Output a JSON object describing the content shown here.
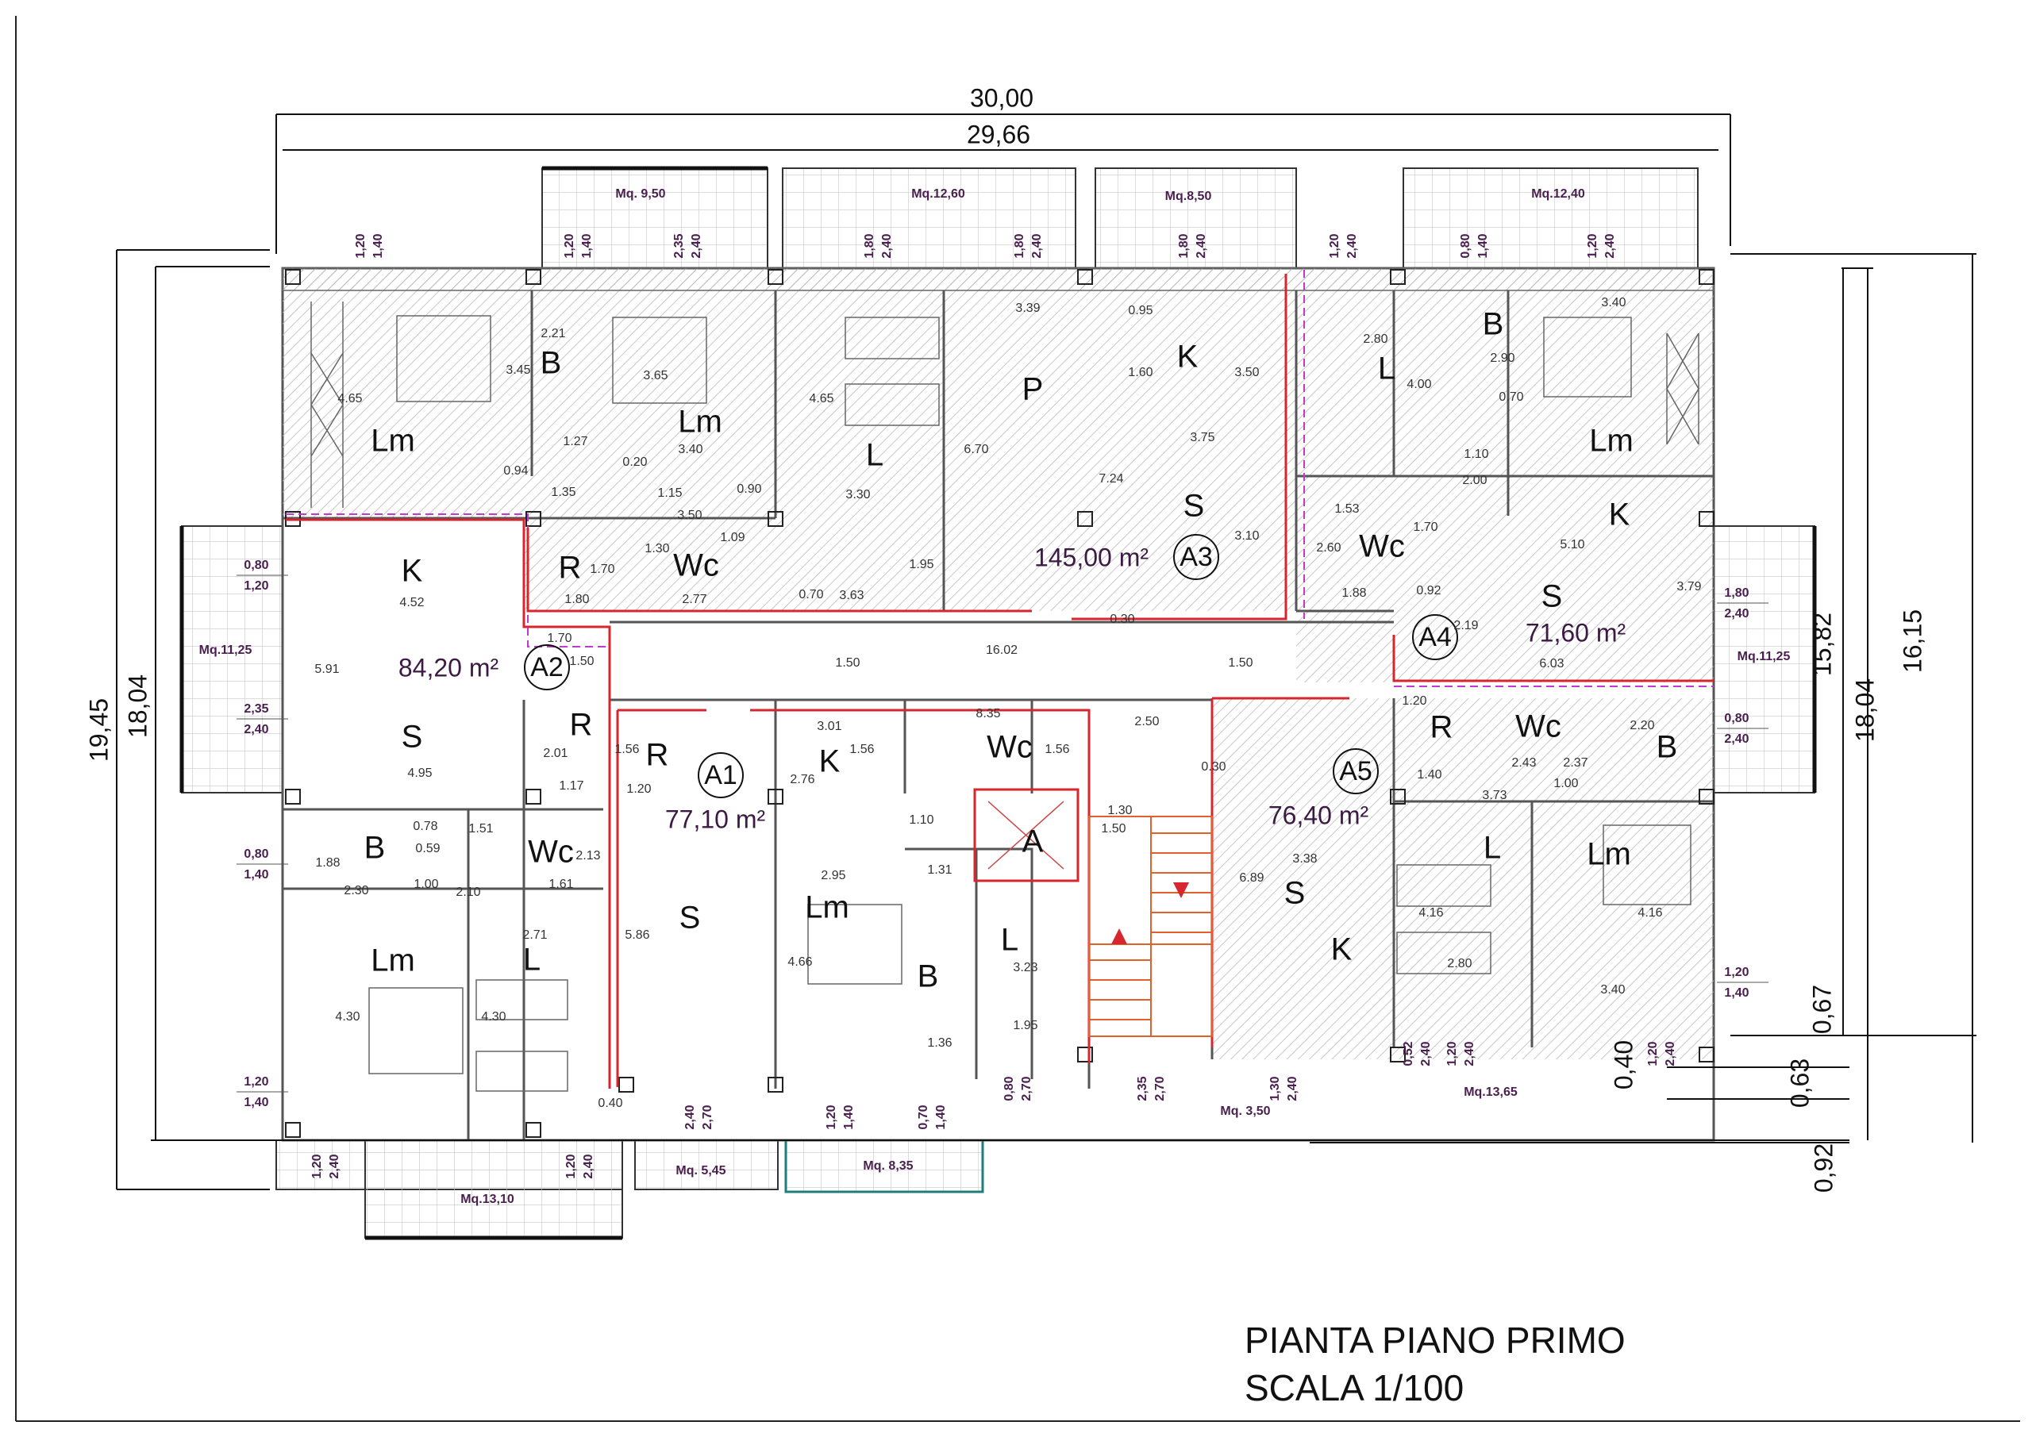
{
  "title": {
    "line1": "PIANTA PIANO PRIMO",
    "line2": "SCALA 1/100"
  },
  "overall_dims": {
    "width_outer": "30,00",
    "width_inner": "29,66",
    "left_outer": "19,45",
    "left_inner": "18,04",
    "right_outer": "16,15",
    "right_mid": "18,04",
    "right_inner": "15,82",
    "right_a": "0,67",
    "right_b": "0,63",
    "right_c": "0,92",
    "right_d": "0,40"
  },
  "apartments": [
    {
      "id": "A1",
      "area": "77,10 m²"
    },
    {
      "id": "A2",
      "area": "84,20 m²"
    },
    {
      "id": "A3",
      "area": "145,00 m²"
    },
    {
      "id": "A4",
      "area": "71,60 m²"
    },
    {
      "id": "A5",
      "area": "76,40 m²"
    }
  ],
  "balconies": [
    "Mq. 9,50",
    "Mq.12,60",
    "Mq.8,50",
    "Mq.12,40",
    "Mq.11,25",
    "Mq.11,25",
    "Mq.13,10",
    "Mq. 5,45",
    "Mq. 8,35",
    "Mq. 3,50",
    "Mq.13,65"
  ],
  "rooms": [
    "Lm",
    "B",
    "Lm",
    "L",
    "P",
    "K",
    "S",
    "L",
    "B",
    "Lm",
    "Wc",
    "K",
    "S",
    "K",
    "R",
    "Wc",
    "S",
    "R",
    "R",
    "K",
    "Wc",
    "A",
    "S",
    "Lm",
    "L",
    "B",
    "B",
    "Wc",
    "Lm",
    "L",
    "R",
    "Wc",
    "B",
    "L",
    "Lm",
    "S",
    "K"
  ],
  "room_dims": [
    "4.65",
    "2.21",
    "3.45",
    "3.65",
    "4.65",
    "1.27",
    "3.40",
    "0.20",
    "0.94",
    "1.35",
    "1.15",
    "0.90",
    "3.50",
    "3.30",
    "1.09",
    "1.30",
    "1.70",
    "1.80",
    "2.77",
    "0.70",
    "3.63",
    "1.95",
    "4.52",
    "3.39",
    "6.70",
    "0.95",
    "1.60",
    "3.50",
    "3.75",
    "7.24",
    "3.10",
    "0.30",
    "16.02",
    "1.50",
    "1.50",
    "2.80",
    "4.00",
    "2.90",
    "0.70",
    "3.40",
    "1.10",
    "2.00",
    "1.53",
    "2.60",
    "1.70",
    "5.10",
    "3.79",
    "1.88",
    "0.92",
    "2.19",
    "6.03",
    "1.70",
    "1.50",
    "5.91",
    "4.95",
    "2.01",
    "1.17",
    "1.56",
    "1.20",
    "2.76",
    "3.01",
    "1.56",
    "8.35",
    "1.56",
    "1.10",
    "2.50",
    "1.30",
    "1.50",
    "0.30",
    "1.31",
    "2.95",
    "4.66",
    "5.86",
    "3.23",
    "1.95",
    "1.36",
    "0.78",
    "0.59",
    "1.51",
    "2.13",
    "1.88",
    "1.00",
    "2.10",
    "2.30",
    "1.61",
    "2.71",
    "4.30",
    "4.30",
    "0.40",
    "3.38",
    "6.89",
    "1.40",
    "3.73",
    "1.00",
    "2.43",
    "2.37",
    "2.20",
    "1.20",
    "4.16",
    "4.16",
    "2.80",
    "3.40"
  ],
  "window_dims": [
    [
      "1,20",
      "1,40"
    ],
    [
      "1,20",
      "1,40"
    ],
    [
      "2,35",
      "2,40"
    ],
    [
      "1,80",
      "2,40"
    ],
    [
      "1,80",
      "2,40"
    ],
    [
      "1,80",
      "2,40"
    ],
    [
      "1,20",
      "2,40"
    ],
    [
      "0,80",
      "1,40"
    ],
    [
      "1,20",
      "2,40"
    ],
    [
      "0,80",
      "1,20"
    ],
    [
      "2,35",
      "2,40"
    ],
    [
      "0,80",
      "1,40"
    ],
    [
      "1,20",
      "1,40"
    ],
    [
      "1,80",
      "2,40"
    ],
    [
      "0,80",
      "2,40"
    ],
    [
      "1,20",
      "1,40"
    ],
    [
      "1,20",
      "2,40"
    ],
    [
      "1,20",
      "2,40"
    ],
    [
      "2,40",
      "2,70"
    ],
    [
      "1,20",
      "1,40"
    ],
    [
      "0,70",
      "1,40"
    ],
    [
      "0,80",
      "2,70"
    ],
    [
      "2,35",
      "2,70"
    ],
    [
      "1,30",
      "2,40"
    ],
    [
      "0,52",
      "2,40"
    ],
    [
      "1,20",
      "2,40"
    ],
    [
      "1,20",
      "2,40"
    ]
  ],
  "colors": {
    "apartment_boundary": "#d8262e",
    "party_wall": "#c03ad0",
    "stair": "#e0622a",
    "labels": "#4a1f4f"
  }
}
